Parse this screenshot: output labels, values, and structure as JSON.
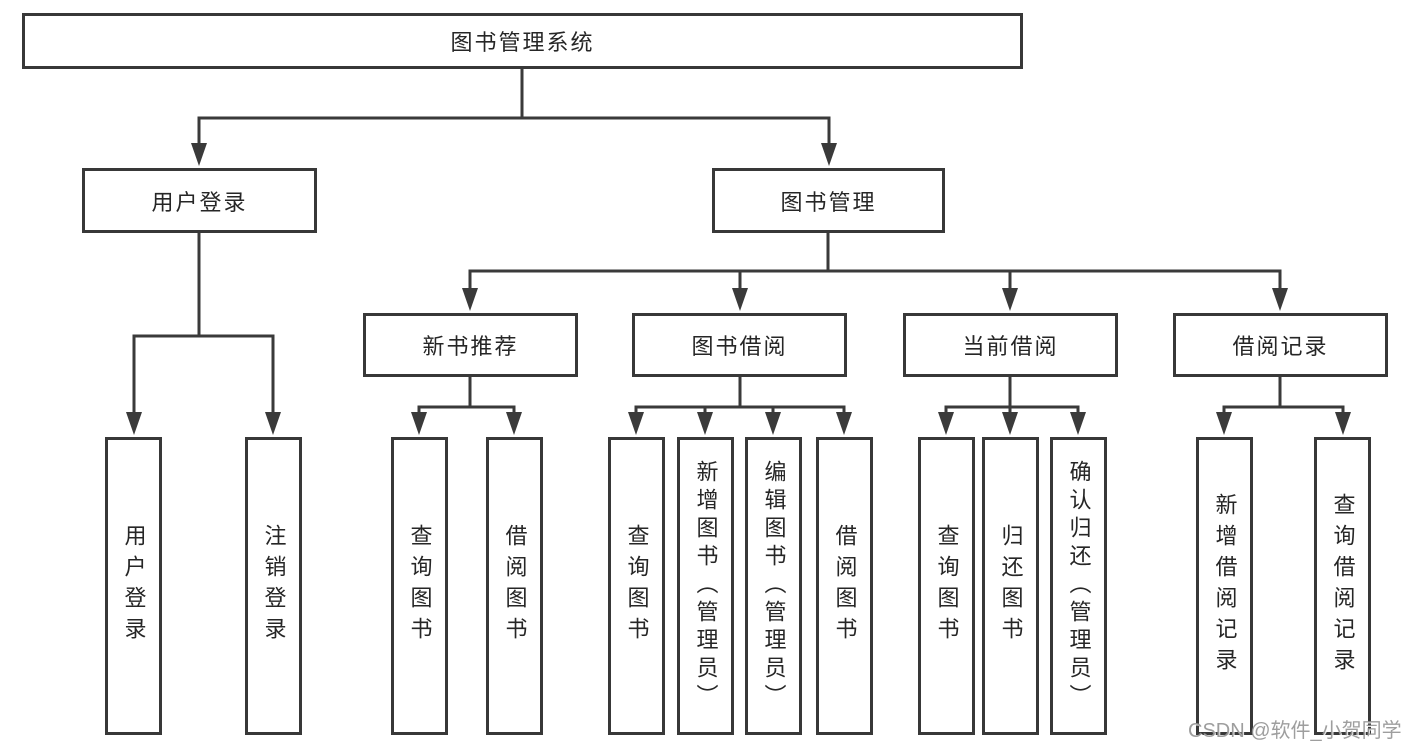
{
  "root": {
    "label": "图书管理系统"
  },
  "level2": {
    "user_login": {
      "label": "用户登录"
    },
    "book_management": {
      "label": "图书管理"
    }
  },
  "level3": {
    "new_book_recommend": {
      "label": "新书推荐"
    },
    "book_borrowing": {
      "label": "图书借阅"
    },
    "current_borrowing": {
      "label": "当前借阅"
    },
    "borrowing_records": {
      "label": "借阅记录"
    }
  },
  "leaves": {
    "user_login": {
      "label": "用户登录"
    },
    "logout": {
      "label": "注销登录"
    },
    "recommend_query_books": {
      "label": "查询图书"
    },
    "recommend_borrow_books": {
      "label": "借阅图书"
    },
    "borrowing_query_books": {
      "label": "查询图书"
    },
    "borrowing_add_books": {
      "label": "新增图书（管理员）"
    },
    "borrowing_edit_books": {
      "label": "编辑图书（管理员）"
    },
    "borrowing_borrow_books": {
      "label": "借阅图书"
    },
    "current_query_books": {
      "label": "查询图书"
    },
    "current_return_books": {
      "label": "归还图书"
    },
    "current_confirm_return": {
      "label": "确认归还（管理员）"
    },
    "records_add_record": {
      "label": "新增借阅记录"
    },
    "records_query_record": {
      "label": "查询借阅记录"
    }
  },
  "watermark": {
    "text": "CSDN @软件_小贺同学"
  },
  "colors": {
    "line": "#3a3a3a",
    "border": "#383838",
    "text": "#262626",
    "watermark": "#949494",
    "background": "#ffffff"
  }
}
